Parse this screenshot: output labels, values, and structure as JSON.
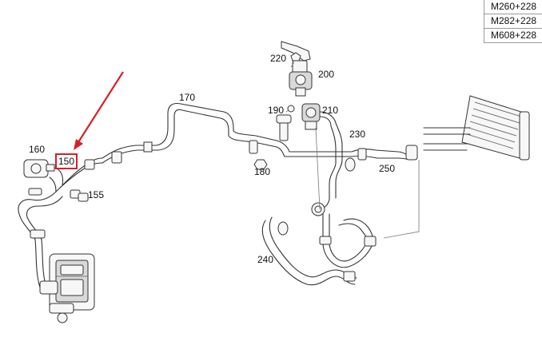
{
  "variants": [
    "M260+228",
    "M282+228",
    "M608+228"
  ],
  "callouts": {
    "c150": "150",
    "c155": "155",
    "c160": "160",
    "c170": "170",
    "c180": "180",
    "c190": "190",
    "c200": "200",
    "c210": "210",
    "c220": "220",
    "c230": "230",
    "c240": "240",
    "c250": "250"
  },
  "highlight": {
    "callout": "150",
    "color": "#d62027"
  }
}
